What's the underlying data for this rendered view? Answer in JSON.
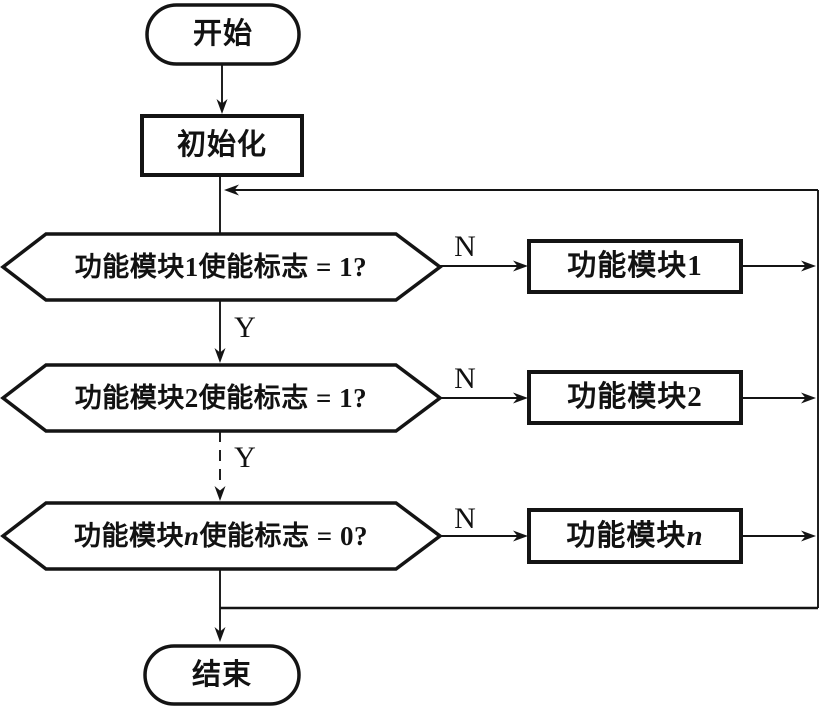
{
  "flowchart": {
    "start": {
      "label": "开始"
    },
    "init": {
      "label": "初始化"
    },
    "decisions": [
      {
        "prefix": "功能模块",
        "var": "1",
        "suffix": "使能标志 = 1?",
        "no_label": "N",
        "yes_label": "Y"
      },
      {
        "prefix": "功能模块",
        "var": "2",
        "suffix": "使能标志 = 1?",
        "no_label": "N",
        "yes_label": "Y"
      },
      {
        "prefix": "功能模块",
        "var": "n",
        "suffix": "使能标志 = 0?",
        "no_label": "N"
      }
    ],
    "processes": [
      {
        "prefix": "功能模块",
        "var": "1"
      },
      {
        "prefix": "功能模块",
        "var": "2"
      },
      {
        "prefix": "功能模块",
        "var": "n"
      }
    ],
    "end": {
      "label": "结束"
    },
    "colors": {
      "line": "#141414",
      "background": "#ffffff",
      "text": "#121212"
    }
  }
}
